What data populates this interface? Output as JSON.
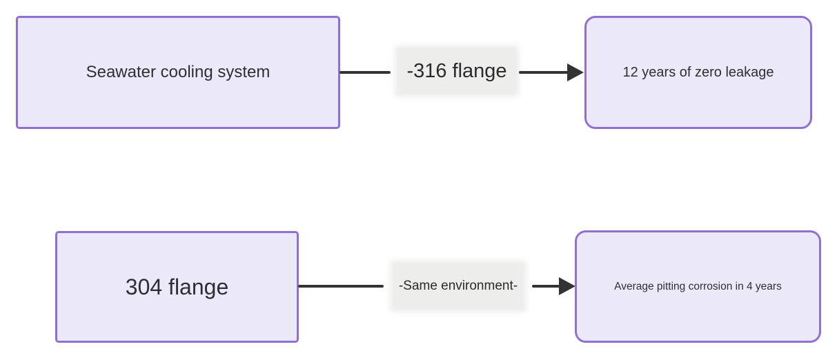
{
  "diagram": {
    "type": "flowchart",
    "colors": {
      "background": "#ffffff",
      "node_fill": "#eceafa",
      "node_border": "#8f6fd6",
      "edge_color": "#333333",
      "edge_label_bg": "#ededeb",
      "text_color": "#2e2e33"
    },
    "rows": [
      {
        "source": {
          "label": "Seawater cooling system",
          "shape": "rectangle"
        },
        "edge": {
          "label": "-316 flange"
        },
        "target": {
          "label": "12 years of zero leakage",
          "shape": "rounded"
        }
      },
      {
        "source": {
          "label": "304 flange",
          "shape": "rectangle"
        },
        "edge": {
          "label": "-Same environment-"
        },
        "target": {
          "label": "Average pitting corrosion in 4 years",
          "shape": "rounded"
        }
      }
    ]
  }
}
